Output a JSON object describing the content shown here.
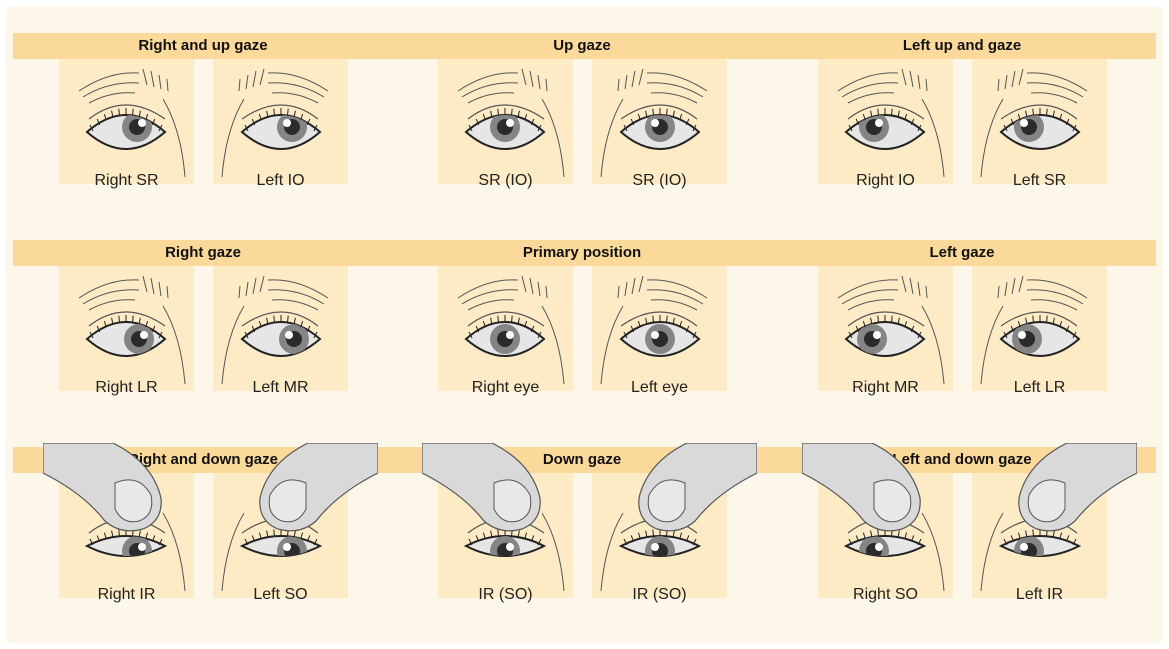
{
  "colors": {
    "background": "#fdf7ea",
    "band": "#fbd99a",
    "skin": "#fdebc6",
    "sclera": "#e6e6e6",
    "iris": "#858585",
    "pupil": "#2b2b2b",
    "finger": "#d9d9d9",
    "line": "#555555"
  },
  "rows": [
    {
      "finger": false,
      "panels": [
        {
          "title": "Right and up gaze",
          "labels": [
            "Right SR",
            "Left IO"
          ],
          "gaze": [
            "up-right",
            "up-right"
          ]
        },
        {
          "title": "Up gaze",
          "labels": [
            "SR (IO)",
            "SR (IO)"
          ],
          "gaze": [
            "up",
            "up"
          ]
        },
        {
          "title": "Left up and gaze",
          "labels": [
            "Right IO",
            "Left SR"
          ],
          "gaze": [
            "up-left",
            "up-left"
          ]
        }
      ]
    },
    {
      "finger": false,
      "panels": [
        {
          "title": "Right gaze",
          "labels": [
            "Right LR",
            "Left MR"
          ],
          "gaze": [
            "right",
            "right"
          ]
        },
        {
          "title": "Primary position",
          "labels": [
            "Right eye",
            "Left eye"
          ],
          "gaze": [
            "center",
            "center"
          ]
        },
        {
          "title": "Left gaze",
          "labels": [
            "Right MR",
            "Left LR"
          ],
          "gaze": [
            "left",
            "left"
          ]
        }
      ]
    },
    {
      "finger": true,
      "panels": [
        {
          "title": "Right and down gaze",
          "labels": [
            "Right IR",
            "Left SO"
          ],
          "gaze": [
            "down-right",
            "down-right"
          ]
        },
        {
          "title": "Down gaze",
          "labels": [
            "IR (SO)",
            "IR (SO)"
          ],
          "gaze": [
            "down",
            "down"
          ]
        },
        {
          "title": "Left and down gaze",
          "labels": [
            "Right SO",
            "Left IR"
          ],
          "gaze": [
            "down-left",
            "down-left"
          ]
        }
      ]
    }
  ]
}
